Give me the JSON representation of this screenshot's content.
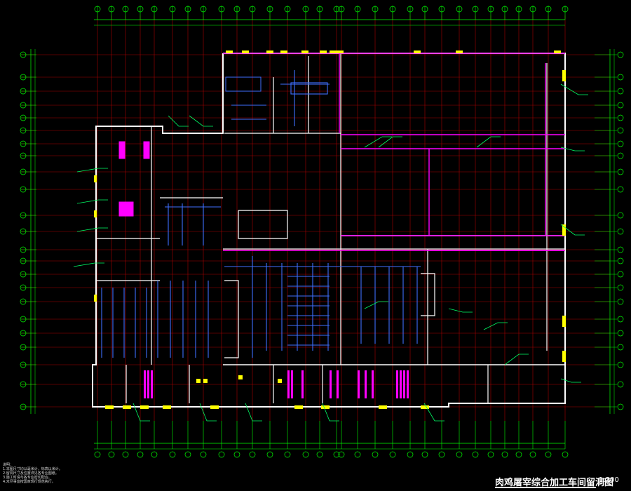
{
  "drawing": {
    "title": "肉鸡屠宰综合加工车间留洞图",
    "scale": "1:200",
    "notes_heading": "说明：",
    "notes": [
      "1.本图尺寸均以毫米计，标高以米计。",
      "2.留洞尺寸及位置详见各专业图纸。",
      "3.施工时请与各专业密切配合。",
      "4.未尽事宜按国家现行规范执行。"
    ]
  },
  "colors": {
    "background": "#000000",
    "axis_green": "#00ff00",
    "axis_red": "#aa0000",
    "wall_white": "#ffffff",
    "pipe_blue": "#3f6fff",
    "accent_magenta": "#ff00ff",
    "highlight_yellow": "#ffff00",
    "leader_green": "#00ff66"
  },
  "icons": [
    "axis-bubble-icon",
    "pipe-leader-icon"
  ]
}
